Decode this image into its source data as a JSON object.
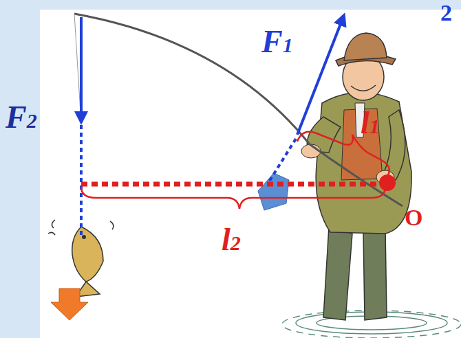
{
  "diagram": {
    "labels": [
      "2",
      "F1",
      "F2",
      "l1",
      "l2",
      "O"
    ]
  }
}
